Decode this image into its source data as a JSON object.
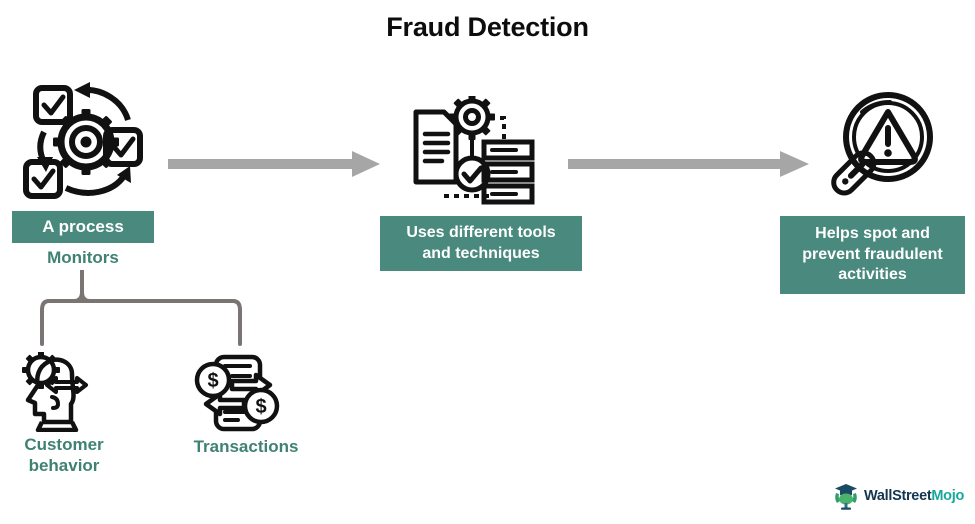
{
  "title": "Fraud Detection",
  "colors": {
    "teal": "#4a8a7e",
    "teal_text": "#3f8173",
    "arrow_gray": "#a6a6a6",
    "brace_gray": "#7a7472",
    "icon_black": "#111111",
    "logo_navy": "#14364f",
    "logo_teal": "#17a89a"
  },
  "flow": {
    "steps": [
      {
        "icon_name": "process-cycle-icon",
        "label": "A process",
        "sub_label": "Monitors"
      },
      {
        "icon_name": "tools-techniques-icon",
        "label": "Uses different tools and techniques",
        "line1": "Uses different tools",
        "line2": "and techniques"
      },
      {
        "icon_name": "magnifier-warning-icon",
        "label": "Helps spot and prevent fraudulent activities",
        "line1": "Helps spot and",
        "line2": "prevent fraudulent",
        "line3": "activities"
      }
    ],
    "connector_arrows": [
      {
        "name": "arrow-step1-to-step2"
      },
      {
        "name": "arrow-step2-to-step3"
      }
    ]
  },
  "branches": {
    "connector_name": "monitors-brace-connector",
    "items": [
      {
        "icon_name": "customer-behavior-icon",
        "label": "Customer behavior",
        "line1": "Customer",
        "line2": "behavior"
      },
      {
        "icon_name": "transactions-icon",
        "label": "Transactions",
        "line1": "Transactions"
      }
    ]
  },
  "logo": {
    "icon_name": "wallstreetmojo-mascot-icon",
    "text_part1": "WallStreet",
    "text_part2": "Mojo"
  }
}
